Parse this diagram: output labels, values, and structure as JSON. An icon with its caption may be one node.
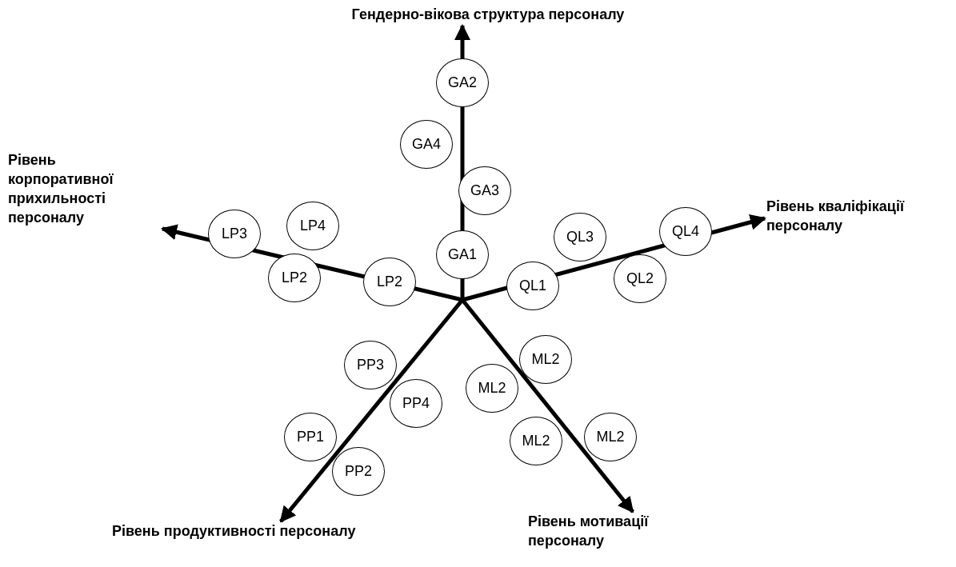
{
  "diagram": {
    "nodes": [
      {
        "text": [
          "Гендерно-вікова структура персоналу"
        ]
      },
      {
        "text": [
          "GA2"
        ]
      },
      {
        "text": [
          "GA4"
        ]
      },
      {
        "text": [
          "GA3"
        ]
      },
      {
        "text": [
          "GA1"
        ]
      },
      {
        "text": [
          "Рівень корпоративної прихильності персоналу"
        ]
      },
      {
        "text": [
          "LP3"
        ]
      },
      {
        "text": [
          "LP4"
        ]
      },
      {
        "text": [
          "LP2"
        ]
      },
      {
        "text": [
          "LP2"
        ]
      },
      {
        "text": [
          "Рівень кваліфікації персоналу"
        ]
      },
      {
        "text": [
          "QL3"
        ]
      },
      {
        "text": [
          "QL4"
        ]
      },
      {
        "text": [
          "QL1"
        ]
      },
      {
        "text": [
          "QL2"
        ]
      },
      {
        "text": [
          "PP3"
        ]
      },
      {
        "text": [
          "PP4"
        ]
      },
      {
        "text": [
          "ML2"
        ]
      },
      {
        "text": [
          "ML2"
        ]
      },
      {
        "text": [
          "PP1"
        ]
      },
      {
        "text": [
          "PP2"
        ]
      },
      {
        "text": [
          "ML2"
        ]
      },
      {
        "text": [
          "ML2"
        ]
      },
      {
        "text": [
          "Рівень продуктивності персоналу"
        ]
      },
      {
        "text": [
          "Рівень мотивації персоналу"
        ]
      }
    ],
    "edges": [
      {
        "from": null,
        "to": 0,
        "arrow": "to"
      },
      {
        "from": null,
        "to": 5,
        "arrow": "to"
      },
      {
        "from": null,
        "to": 10,
        "arrow": "to"
      },
      {
        "from": null,
        "to": 23,
        "arrow": "to"
      },
      {
        "from": null,
        "to": 24,
        "arrow": "to"
      }
    ]
  }
}
